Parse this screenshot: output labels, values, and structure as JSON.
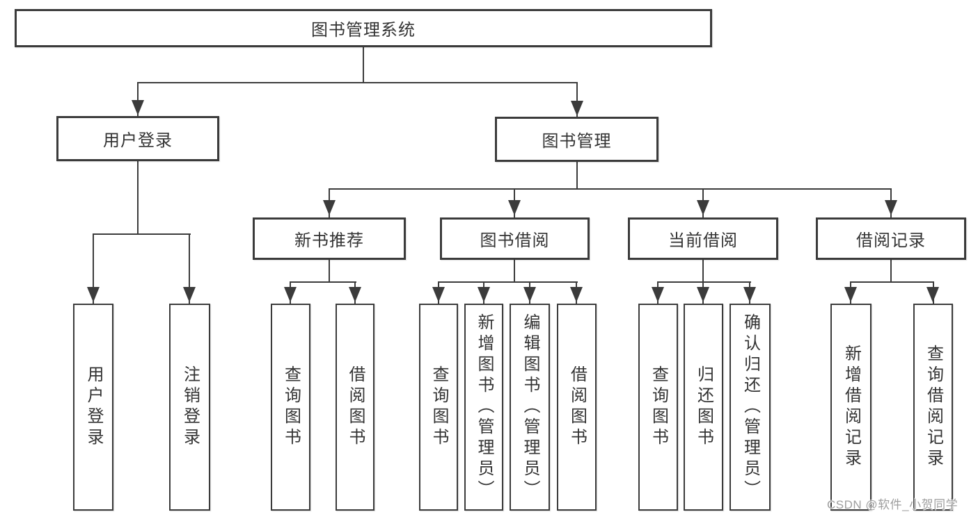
{
  "diagram": {
    "type": "hierarchy",
    "tree": {
      "label": "图书管理系统",
      "children": [
        {
          "label": "用户登录",
          "children": [
            {
              "label": "用户登录"
            },
            {
              "label": "注销登录"
            }
          ]
        },
        {
          "label": "图书管理",
          "children": [
            {
              "label": "新书推荐",
              "children": [
                {
                  "label": "查询图书"
                },
                {
                  "label": "借阅图书"
                }
              ]
            },
            {
              "label": "图书借阅",
              "children": [
                {
                  "label": "查询图书"
                },
                {
                  "label": "新增图书（管理员）"
                },
                {
                  "label": "编辑图书（管理员）"
                },
                {
                  "label": "借阅图书"
                }
              ]
            },
            {
              "label": "当前借阅",
              "children": [
                {
                  "label": "查询图书"
                },
                {
                  "label": "归还图书"
                },
                {
                  "label": "确认归还（管理员）"
                }
              ]
            },
            {
              "label": "借阅记录",
              "children": [
                {
                  "label": "新增借阅记录"
                },
                {
                  "label": "查询借阅记录"
                }
              ]
            }
          ]
        }
      ]
    },
    "watermark": "CSDN @软件_小贺同学",
    "colors": {
      "line": "#3b3b3b",
      "text": "#333333",
      "background": "#ffffff",
      "watermark": "#9e9e9e"
    }
  }
}
